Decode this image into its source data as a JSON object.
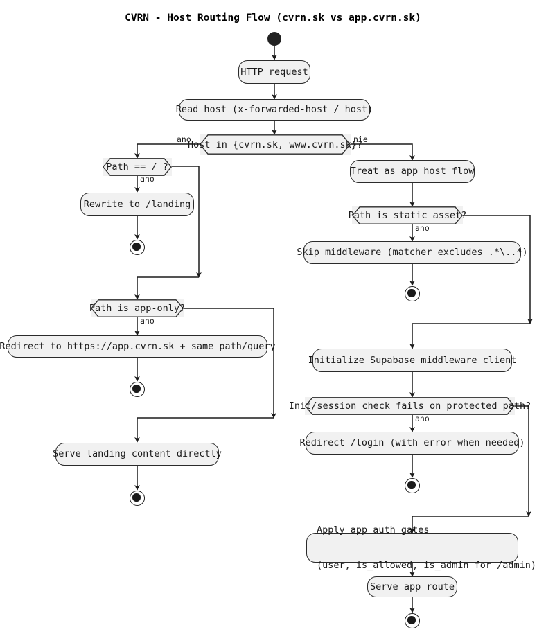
{
  "diagram": {
    "title": "CVRN - Host Routing Flow (cvrn.sk vs app.cvrn.sk)",
    "type": "uml-activity-diagram",
    "colors": {
      "node_fill": "#F1F1F1",
      "node_border": "#2b2b2b",
      "edge": "#1b1b1b",
      "text": "#1b1b1b",
      "background": "#ffffff"
    },
    "start": {
      "label": "start"
    },
    "nodes": {
      "http_request": "HTTP request",
      "read_host": "Read host (x-forwarded-host / host)",
      "host_decision": "Host in {cvrn.sk, www.cvrn.sk}?",
      "path_root_decision": "Path == / ?",
      "rewrite_landing": "Rewrite to /landing",
      "path_app_only_decision": "Path is app-only?",
      "redirect_app": "Redirect to https://app.cvrn.sk + same path/query",
      "serve_landing": "Serve landing content directly",
      "treat_app_host": "Treat as app host flow",
      "static_asset_decision": "Path is static asset?",
      "skip_middleware": "Skip middleware (matcher excludes .*\\..*)",
      "init_supabase": "Initialize Supabase middleware client",
      "init_session_decision": "Init/session check fails on protected path?",
      "redirect_login": "Redirect /login (with error when needed)",
      "apply_auth_gates_line1": "Apply app auth gates",
      "apply_auth_gates_line2": "(user, is_allowed, is_admin for /admin)",
      "serve_app_route": "Serve app route"
    },
    "edge_labels": {
      "host_yes": "ano",
      "host_no": "nie",
      "path_root_yes": "ano",
      "path_app_only_yes": "ano",
      "static_asset_yes": "ano",
      "init_session_yes": "ano"
    },
    "end_nodes": [
      {
        "id": "end-landing-rewrite"
      },
      {
        "id": "end-redirect-app"
      },
      {
        "id": "end-serve-landing"
      },
      {
        "id": "end-skip-middleware"
      },
      {
        "id": "end-redirect-login"
      },
      {
        "id": "end-serve-app-route"
      }
    ]
  }
}
